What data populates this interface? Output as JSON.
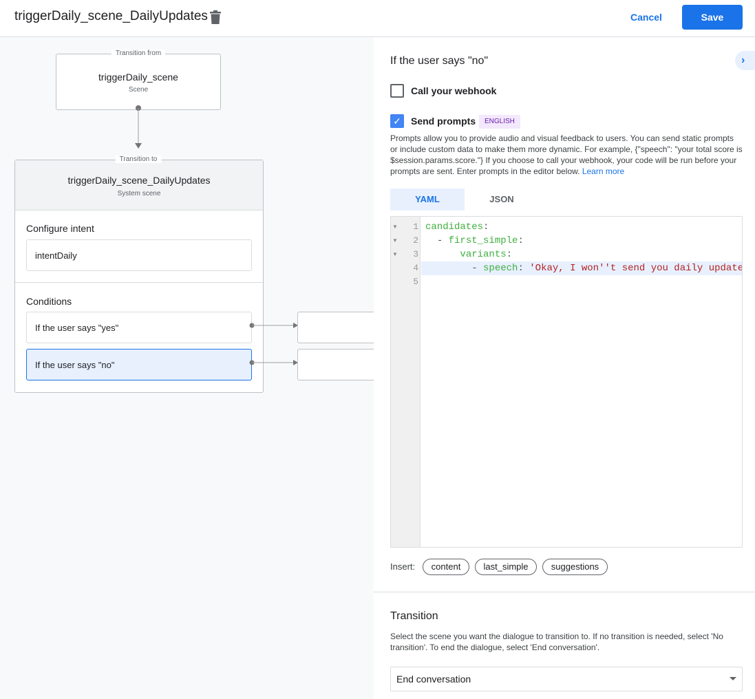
{
  "header": {
    "title": "triggerDaily_scene_DailyUpdates",
    "cancel_label": "Cancel",
    "save_label": "Save"
  },
  "canvas": {
    "from": {
      "caption": "Transition from",
      "name": "triggerDaily_scene",
      "type": "Scene"
    },
    "to": {
      "caption": "Transition to",
      "name": "triggerDaily_scene_DailyUpdates",
      "type": "System scene",
      "intent_label": "Configure intent",
      "intent_value": "intentDaily",
      "conditions_label": "Conditions",
      "conditions": [
        "If the user says \"yes\"",
        "If the user says \"no\""
      ]
    }
  },
  "panel": {
    "heading": "If the user says \"no\"",
    "webhook": {
      "label": "Call your webhook",
      "checked": false
    },
    "prompts": {
      "label": "Send prompts",
      "checked": true,
      "badge": "ENGLISH",
      "description": "Prompts allow you to provide audio and visual feedback to users. You can send static prompts or include custom data to make them more dynamic. For example, {\"speech\": \"your total score is $session.params.score.\"} If you choose to call your webhook, your code will be run before your prompts are sent. Enter prompts in the editor below.",
      "learn_more": "Learn more"
    },
    "tabs": [
      {
        "label": "YAML",
        "active": true
      },
      {
        "label": "JSON",
        "active": false
      }
    ],
    "editor": {
      "line_numbers": [
        "1",
        "2",
        "3",
        "4",
        "5"
      ],
      "lines": [
        {
          "indent": "",
          "dash": "",
          "key": "candidates",
          "colon": ":",
          "value": ""
        },
        {
          "indent": "  ",
          "dash": "- ",
          "key": "first_simple",
          "colon": ":",
          "value": ""
        },
        {
          "indent": "      ",
          "dash": "",
          "key": "variants",
          "colon": ":",
          "value": ""
        },
        {
          "indent": "        ",
          "dash": "- ",
          "key": "speech",
          "colon": ": ",
          "value": "'Okay, I won''t send you daily update"
        },
        {
          "indent": "",
          "dash": "",
          "key": "",
          "colon": "",
          "value": ""
        }
      ]
    },
    "insert": {
      "label": "Insert:",
      "chips": [
        "content",
        "last_simple",
        "suggestions"
      ]
    },
    "transition": {
      "heading": "Transition",
      "description": "Select the scene you want the dialogue to transition to. If no transition is needed, select 'No transition'. To end the dialogue, select 'End conversation'.",
      "selected": "End conversation"
    },
    "colors": {
      "accent": "#1a73e8",
      "selected_bg": "#e8f0fe",
      "badge_bg": "#f3e8fd",
      "badge_fg": "#681da8"
    }
  }
}
